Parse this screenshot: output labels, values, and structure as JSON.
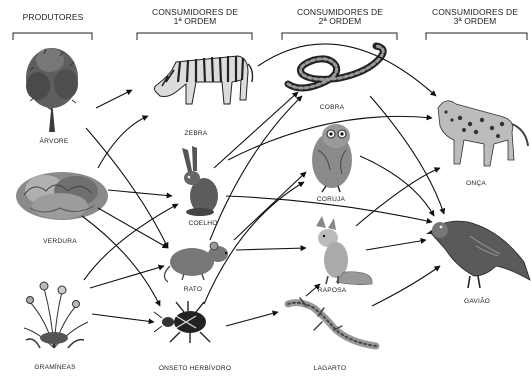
{
  "headers": {
    "producers": "PRODUTORES",
    "primary": [
      "CONSUMIDORES DE",
      "1ª ORDEM"
    ],
    "secondary": [
      "CONSUMIDORES DE",
      "2ª ORDEM"
    ],
    "tertiary": [
      "CONSUMIDORES DE",
      "3ª ORDEM"
    ]
  },
  "organisms": {
    "arvore": "ÁRVORE",
    "verdura": "VERDURA",
    "gramineas": "GRAMÍNEAS",
    "zebra": "ZEBRA",
    "coelho": "COELHO",
    "rato": "RATO",
    "inseto": "ONSETO HERBÍVORO",
    "cobra": "COBRA",
    "coruja": "CORUJA",
    "raposa": "RAPOSA",
    "lagarto": "LAGARTO",
    "onca": "ONÇA",
    "gaviao": "GAVIÃO"
  }
}
